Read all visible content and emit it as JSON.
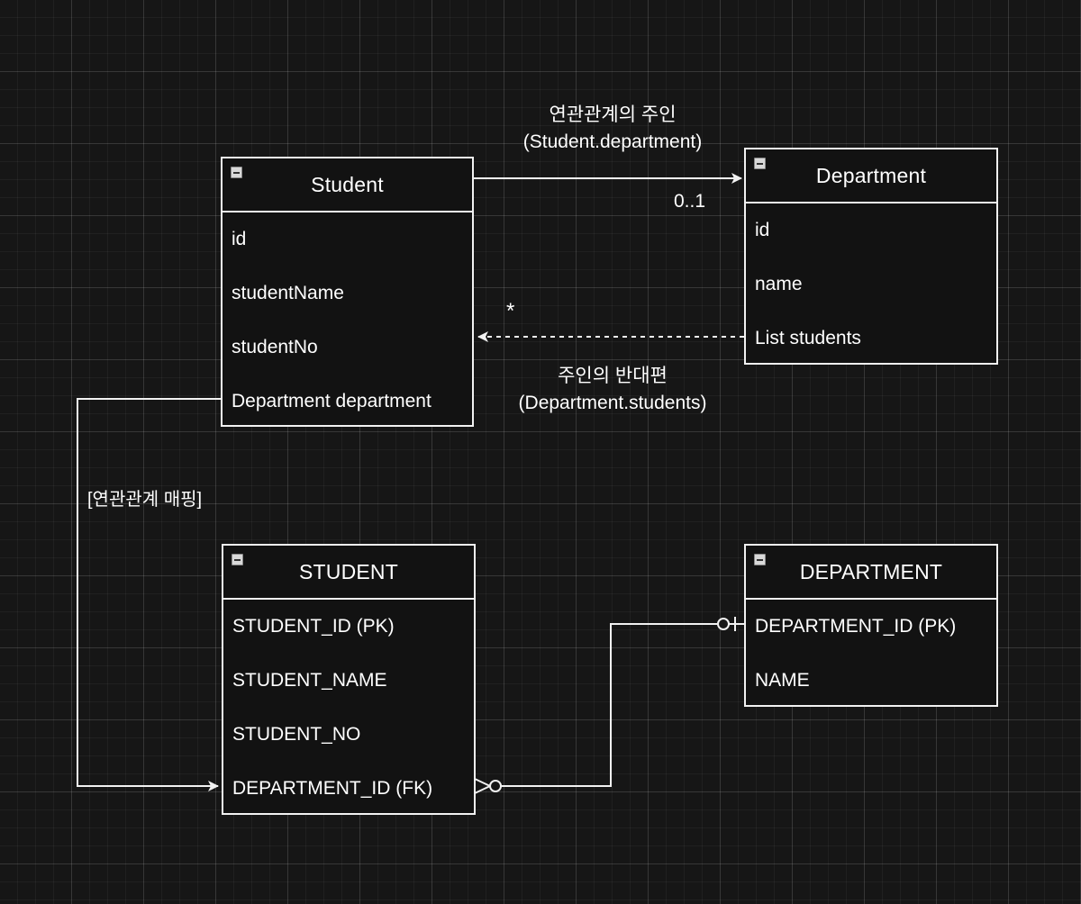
{
  "entities": {
    "student_class": {
      "title": "Student",
      "fields": [
        "id",
        "studentName",
        "studentNo",
        "Department department"
      ]
    },
    "department_class": {
      "title": "Department",
      "fields": [
        "id",
        "name",
        "List students"
      ]
    },
    "student_table": {
      "title": "STUDENT",
      "fields": [
        "STUDENT_ID (PK)",
        "STUDENT_NAME",
        "STUDENT_NO",
        "DEPARTMENT_ID (FK)"
      ]
    },
    "department_table": {
      "title": "DEPARTMENT",
      "fields": [
        "DEPARTMENT_ID (PK)",
        "NAME"
      ]
    }
  },
  "labels": {
    "owner_line1": "연관관계의 주인",
    "owner_line2": "(Student.department)",
    "multiplicity_one": "0..1",
    "multiplicity_many": "*",
    "inverse_line1": "주인의 반대편",
    "inverse_line2": "(Department.students)",
    "mapping": "[연관관계 매핑]"
  },
  "colors": {
    "background": "#161616",
    "stroke": "#f2f2f2",
    "text": "#ffffff"
  },
  "icons": {
    "entity_header": "collapse-minus-icon"
  }
}
